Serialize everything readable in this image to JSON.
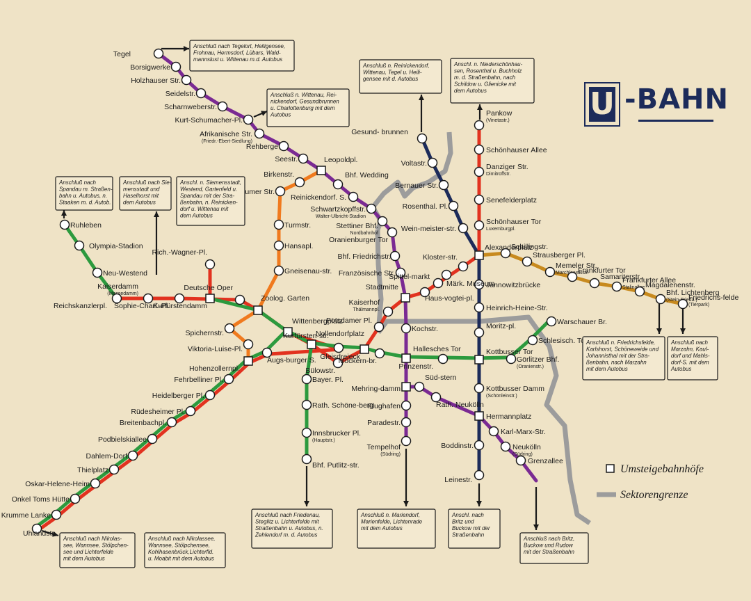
{
  "title": {
    "logo_letter": "U",
    "text": "-BAHN"
  },
  "colors": {
    "red": "#e2321f",
    "purple": "#7a2a93",
    "green": "#2c9a3e",
    "orange": "#f07a1e",
    "navy": "#1c2b5a",
    "brown": "#c88a1e",
    "grey": "#9c9c9c",
    "paper": "#efe3c6",
    "ink": "#1a1a1a"
  },
  "legend": {
    "transfer": "Umsteigebahnhöfe",
    "border": "Sektorengrenze"
  },
  "stations": [
    {
      "label": "Tegel",
      "sub": ""
    },
    {
      "label": "Borsigwerke",
      "sub": ""
    },
    {
      "label": "Holzhauser Str.",
      "sub": ""
    },
    {
      "label": "Seidelstr.",
      "sub": ""
    },
    {
      "label": "Scharnweberstr.",
      "sub": ""
    },
    {
      "label": "Kurt-Schumacher-Pl.",
      "sub": ""
    },
    {
      "label": "Afrikanische Str.",
      "sub": "(Friedr.-Ebert-Siedlung)"
    },
    {
      "label": "Rehberge",
      "sub": ""
    },
    {
      "label": "Seestr.",
      "sub": ""
    },
    {
      "label": "Leopoldpl.",
      "sub": ""
    },
    {
      "label": "Bhf. Wedding",
      "sub": ""
    },
    {
      "label": "Reinickendorf. S.",
      "sub": ""
    },
    {
      "label": "Schwartzkopffstr.",
      "sub": "Walter-Ulbricht-Stadion"
    },
    {
      "label": "Stettiner Bhf.",
      "sub": "Nordbahnhof"
    },
    {
      "label": "Oranienburger Tor",
      "sub": ""
    },
    {
      "label": "Bhf. Friedrichstr.",
      "sub": ""
    },
    {
      "label": "Französische Str.",
      "sub": ""
    },
    {
      "label": "Stadtmitte",
      "sub": ""
    },
    {
      "label": "Kochstr.",
      "sub": ""
    },
    {
      "label": "Hallesches Tor",
      "sub": ""
    },
    {
      "label": "Mehring-damm",
      "sub": ""
    },
    {
      "label": "Flughafen",
      "sub": ""
    },
    {
      "label": "Paradestr.",
      "sub": ""
    },
    {
      "label": "Tempelhof",
      "sub": "(Südring)"
    },
    {
      "label": "Gesund- brunnen",
      "sub": ""
    },
    {
      "label": "Voltastr.",
      "sub": ""
    },
    {
      "label": "Bernauer Str.",
      "sub": ""
    },
    {
      "label": "Rosenthal. Pl.",
      "sub": ""
    },
    {
      "label": "Wein-meister-str.",
      "sub": ""
    },
    {
      "label": "Alexanderplatz",
      "sub": ""
    },
    {
      "label": "Jannowitzbrücke",
      "sub": ""
    },
    {
      "label": "Heinrich-Heine-Str.",
      "sub": ""
    },
    {
      "label": "Moritz-pl.",
      "sub": ""
    },
    {
      "label": "Kottbusser Tor",
      "sub": ""
    },
    {
      "label": "Kottbusser Damm",
      "sub": "(Schönleinstr.)"
    },
    {
      "label": "Hermannplatz",
      "sub": ""
    },
    {
      "label": "Boddinstr.",
      "sub": ""
    },
    {
      "label": "Leinestr.",
      "sub": ""
    },
    {
      "label": "Pankow",
      "sub": "(Vinetastr.)"
    },
    {
      "label": "Schönhauser Allee",
      "sub": ""
    },
    {
      "label": "Danziger Str.",
      "sub": "Dimitroffstr."
    },
    {
      "label": "Senefelderplatz",
      "sub": ""
    },
    {
      "label": "Schönhauser Tor",
      "sub": "Luxemburgpl."
    },
    {
      "label": "Kloster-str.",
      "sub": ""
    },
    {
      "label": "Spittel-markt",
      "sub": ""
    },
    {
      "label": "Haus-vogtei-pl.",
      "sub": ""
    },
    {
      "label": "Märk. Museum",
      "sub": ""
    },
    {
      "label": "Kaiserhof",
      "sub": "Thälmannpl."
    },
    {
      "label": "Potsdamer Pl.",
      "sub": ""
    },
    {
      "label": "Gleisdreieck",
      "sub": ""
    },
    {
      "label": "Bülowstr.",
      "sub": ""
    },
    {
      "label": "Nollendorfplatz",
      "sub": ""
    },
    {
      "label": "Wittenbergplatz",
      "sub": ""
    },
    {
      "label": "Zoolog. Garten",
      "sub": ""
    },
    {
      "label": "Deutsche Oper",
      "sub": ""
    },
    {
      "label": "Sophie-Charl.-Pl.",
      "sub": ""
    },
    {
      "label": "Kaiserdamm",
      "sub": "(Messedamm)"
    },
    {
      "label": "Reichskanzlerpl.",
      "sub": ""
    },
    {
      "label": "Neu-Westend",
      "sub": ""
    },
    {
      "label": "Olympia-Stadion",
      "sub": ""
    },
    {
      "label": "Ruhleben",
      "sub": ""
    },
    {
      "label": "Rich.-Wagner-Pl.",
      "sub": ""
    },
    {
      "label": "Schillingstr.",
      "sub": ""
    },
    {
      "label": "Strausberger Pl.",
      "sub": ""
    },
    {
      "label": "Memeler Str.",
      "sub": "Marchlewskistr."
    },
    {
      "label": "Frankfurter Tor",
      "sub": ""
    },
    {
      "label": "Samariterstr.",
      "sub": ""
    },
    {
      "label": "Frankfurter Allee",
      "sub": "Stalinallee"
    },
    {
      "label": "Magdalenenstr.",
      "sub": ""
    },
    {
      "label": "Bhf. Lichtenberg",
      "sub": "(Stein-Frieda.)"
    },
    {
      "label": "Friedrichs-felde",
      "sub": "(Tierpark)"
    },
    {
      "label": "Warschauer Br.",
      "sub": ""
    },
    {
      "label": "Schlesisch. Tor",
      "sub": ""
    },
    {
      "label": "Görlitzer Bhf.",
      "sub": "(Oranienstr.)"
    },
    {
      "label": "Prinzenstr.",
      "sub": ""
    },
    {
      "label": "Möckern-br.",
      "sub": ""
    },
    {
      "label": "Kurfürsten-str.",
      "sub": ""
    },
    {
      "label": "Augs-burger S.",
      "sub": ""
    },
    {
      "label": "Hohenzollernpl.",
      "sub": ""
    },
    {
      "label": "Fehrbelliner Pl.",
      "sub": ""
    },
    {
      "label": "Heidelberger Pl.",
      "sub": ""
    },
    {
      "label": "Rüdesheimer Pl.",
      "sub": ""
    },
    {
      "label": "Breitenbachpl.",
      "sub": ""
    },
    {
      "label": "Podbielskiallee",
      "sub": ""
    },
    {
      "label": "Dahlem-Dorf",
      "sub": ""
    },
    {
      "label": "Thielplatz",
      "sub": ""
    },
    {
      "label": "Oskar-Helene-Heim",
      "sub": ""
    },
    {
      "label": "Onkel Toms Hütte",
      "sub": ""
    },
    {
      "label": "Krumme Lanke",
      "sub": ""
    },
    {
      "label": "Uhlandstr.",
      "sub": ""
    },
    {
      "label": "Kurfürstendamm",
      "sub": ""
    },
    {
      "label": "Spichernstr.",
      "sub": ""
    },
    {
      "label": "Viktoria-Luise-Pl.",
      "sub": ""
    },
    {
      "label": "Bayer. Pl.",
      "sub": ""
    },
    {
      "label": "Rath. Schöne-berg",
      "sub": ""
    },
    {
      "label": "Innsbrucker Pl.",
      "sub": "(Hauptstr.)"
    },
    {
      "label": "Bhf. Putlitz-str.",
      "sub": ""
    },
    {
      "label": "Amrumer Str.",
      "sub": ""
    },
    {
      "label": "Birkenstr.",
      "sub": ""
    },
    {
      "label": "Turmstr.",
      "sub": ""
    },
    {
      "label": "Hansapl.",
      "sub": ""
    },
    {
      "label": "Gneisenau-str.",
      "sub": ""
    },
    {
      "label": "Süd-stern",
      "sub": ""
    },
    {
      "label": "Rath. Neukölln",
      "sub": ""
    },
    {
      "label": "Karl-Marx-Str.",
      "sub": ""
    },
    {
      "label": "Neukölln",
      "sub": "(Südring)"
    },
    {
      "label": "Grenzallee",
      "sub": ""
    }
  ],
  "notes": [
    {
      "lines": [
        "Anschluß nach Tegelort, Heiligensee,",
        "Frohnau, Hermsdorf, Lübars, Wald-",
        "mannslust u. Wittenau m.d. Autobus"
      ]
    },
    {
      "lines": [
        "Anschluß n. Wittenau, Rei-",
        "nickendorf, Gesundbrunnen",
        "u. Charlottenburg mit dem",
        "Autobus"
      ]
    },
    {
      "lines": [
        "Anschluß n. Reinickendorf,",
        "Wittenau, Tegel u. Heili-",
        "gensee mit d. Autobus"
      ]
    },
    {
      "lines": [
        "Anschl. n. Niederschönhau-",
        "sen, Rosenthal u. Buchholz",
        "m. d. Straßenbahn, nach",
        "Schildow u. Glienicke mit",
        "dem Autobus"
      ]
    },
    {
      "lines": [
        "Anschluß nach",
        "Spandau m. Straßen-",
        "bahn u. Autobus, n.",
        "Staaken m. d. Autob."
      ]
    },
    {
      "lines": [
        "Anschluß nach Sie-",
        "mensstadt und",
        "Haselhorst mit",
        "dem Autobus"
      ]
    },
    {
      "lines": [
        "Anschl. n. Siemensstadt,",
        "Westend, Gartenfeld u.",
        "Spandau mit der Stra-",
        "ßenbahn, n. Reinicken-",
        "dorf u. Wittenau mit",
        "dem Autobus"
      ]
    },
    {
      "lines": [
        "Anschluß n. Friedrichsfelde,",
        "Karlshorst, Schöneweide und",
        "Johannisthal mit der Stra-",
        "ßenbahn, nach Marzahn",
        "mit dem Autobus"
      ]
    },
    {
      "lines": [
        "Anschluß nach",
        "Marzahn, Kaul-",
        "dorf und Mahls-",
        "dorf-S. mit dem",
        "Autobus"
      ]
    },
    {
      "lines": [
        "Anschluß nach Nikolas-",
        "see, Wannsee, Stölpchen-",
        "see und Lichterfelde",
        "mit dem Autobus"
      ]
    },
    {
      "lines": [
        "Anschluß nach Nikolassee,",
        "Wannsee, Stölpchensee,",
        "Kohlhasenbrück,Lichterfld.",
        "u. Moabit mit dem Autobus"
      ]
    },
    {
      "lines": [
        "Anschluß nach Friedenau,",
        "Steglitz u. Lichterfelde mit",
        "Straßenbahn u. Autobus, n.",
        "Zehlendorf m. d. Autobus"
      ]
    },
    {
      "lines": [
        "Anschluß n. Mariendorf,",
        "Marienfelde, Lichtenrade",
        "mit dem Autobus"
      ]
    },
    {
      "lines": [
        "Anschl. nach",
        "Britz und",
        "Buckow mit der",
        "Straßenbahn"
      ]
    },
    {
      "lines": [
        "Anschluß nach Britz,",
        "Buckow und Rudow",
        "mit der Straßenbahn"
      ]
    }
  ]
}
